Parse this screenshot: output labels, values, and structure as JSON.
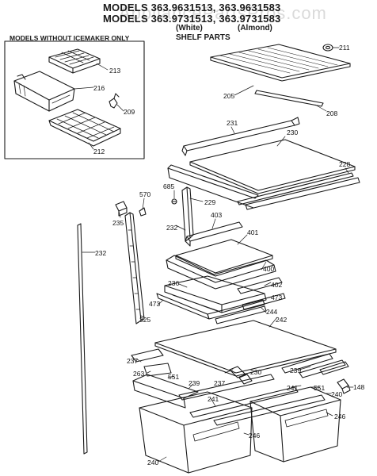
{
  "header": {
    "line1": "MODELS 363.9631513, 363.9631583",
    "line2": "MODELS 363.9731513, 363.9731583",
    "variant": "(White)",
    "variant2": "(Almond)",
    "section": "SHELF PARTS",
    "watermark": "AppliancePartsPros.com"
  },
  "inset": {
    "title": "MODELS WITHOUT ICEMAKER ONLY",
    "parts": [
      "213",
      "216",
      "209",
      "212"
    ]
  },
  "part_numbers": {
    "p211": "211",
    "p205": "205",
    "p208": "208",
    "p231": "231",
    "p230": "230",
    "p228": "228",
    "p685": "685",
    "p229": "229",
    "p570": "570",
    "p235": "235",
    "p403": "403",
    "p232a": "232",
    "p232b": "232",
    "p401": "401",
    "p400": "400",
    "p236": "236",
    "p402": "402",
    "p473a": "473",
    "p473b": "473",
    "p244": "244",
    "p325": "325",
    "p242": "242",
    "p237a": "237",
    "p237b": "237",
    "p263": "263",
    "p551a": "551",
    "p230b": "230",
    "p239a": "239",
    "p239b": "239",
    "p148": "148",
    "p241a": "241",
    "p241b": "241",
    "p551b": "551",
    "p240a": "240",
    "p246a": "246",
    "p246b": "246",
    "p240b": "240"
  },
  "colors": {
    "ink": "#1a1a1a",
    "background": "#ffffff"
  }
}
